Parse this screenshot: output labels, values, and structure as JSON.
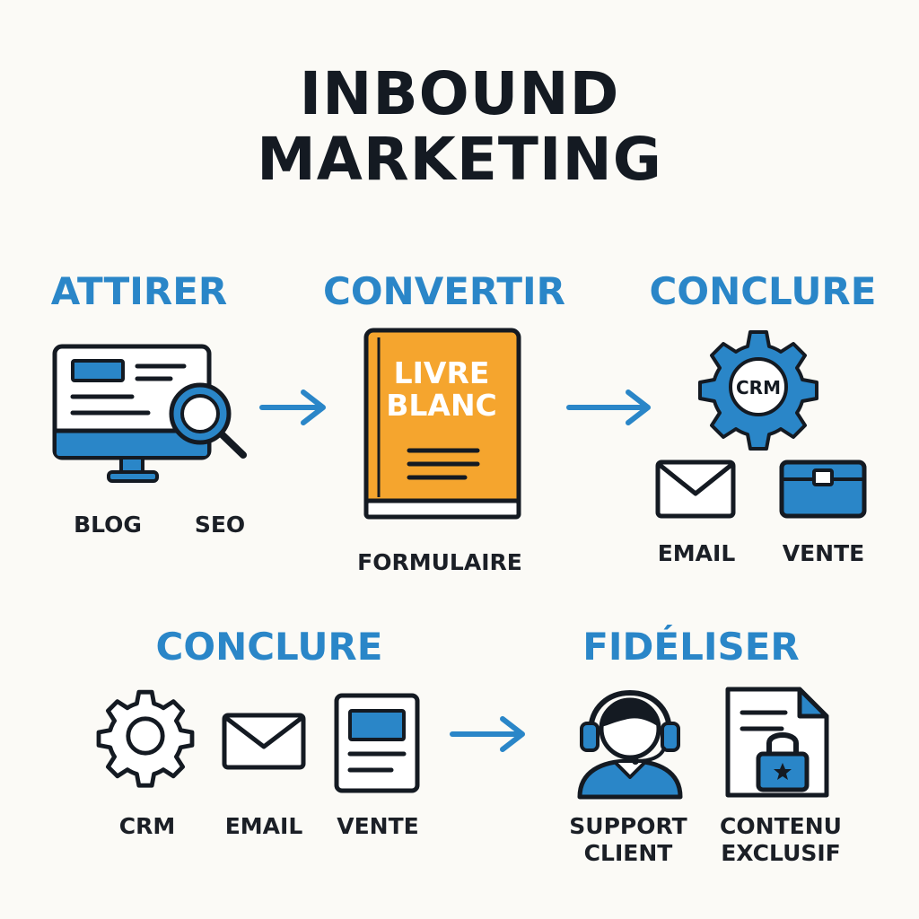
{
  "title": {
    "line1": "INBOUND",
    "line2": "MARKETING"
  },
  "colors": {
    "accent": "#2a86c8",
    "book": "#f5a52e",
    "ink": "#141a22",
    "background": "#fbfaf6"
  },
  "row1": {
    "attirer": {
      "title": "ATTIRER",
      "labels": [
        "BLOG",
        "SEO"
      ],
      "icons": [
        "monitor-icon",
        "magnifier-icon"
      ]
    },
    "convertir": {
      "title": "CONVERTIR",
      "book_lines": [
        "LIVRE",
        "BLANC"
      ],
      "label": "FORMULAIRE",
      "icon": "book-icon"
    },
    "conclure": {
      "title": "CONCLURE",
      "gear_text": "CRM",
      "labels": [
        "EMAIL",
        "VENTE"
      ],
      "icons": [
        "gear-icon",
        "envelope-icon",
        "briefcase-icon"
      ]
    }
  },
  "row2": {
    "conclure": {
      "title": "CONCLURE",
      "labels": [
        "CRM",
        "EMAIL",
        "VENTE"
      ],
      "icons": [
        "gear-icon",
        "envelope-icon",
        "document-icon"
      ]
    },
    "fideliser": {
      "title": "FIDÉLISER",
      "labels": [
        [
          "SUPPORT",
          "CLIENT"
        ],
        [
          "CONTENU",
          "EXCLUSIF"
        ]
      ],
      "icons": [
        "headset-agent-icon",
        "locked-document-icon"
      ]
    }
  }
}
